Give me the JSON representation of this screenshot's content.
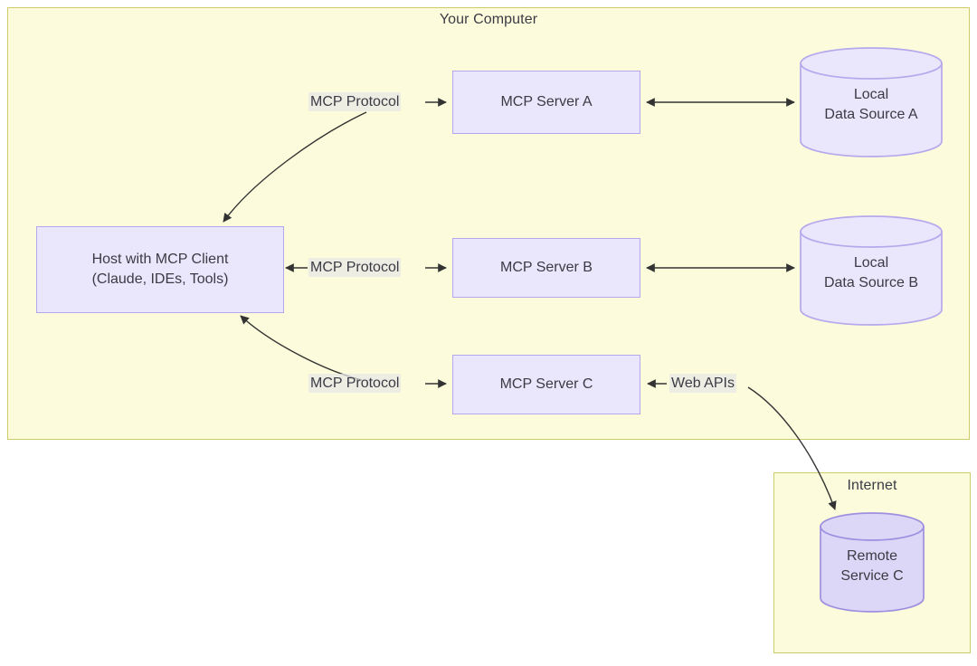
{
  "diagram": {
    "type": "architecture-flow",
    "title_visible": false,
    "colors": {
      "group_fill": "#fcfcdc",
      "group_stroke": "#cccc68",
      "node_fill": "#eae6fb",
      "node_stroke": "#b6a8ec",
      "edge_stroke": "#333333",
      "text": "#3b3b45",
      "label_bg": "#e8e8e8",
      "page_bg": "#ffffff"
    },
    "groups": [
      {
        "id": "your-computer",
        "label": "Your Computer"
      },
      {
        "id": "internet",
        "label": "Internet"
      }
    ],
    "nodes": [
      {
        "id": "host",
        "shape": "rect",
        "label": "Host with MCP Client\n(Claude, IDEs, Tools)",
        "group": "your-computer"
      },
      {
        "id": "server-a",
        "shape": "rect",
        "label": "MCP Server A",
        "group": "your-computer"
      },
      {
        "id": "server-b",
        "shape": "rect",
        "label": "MCP Server B",
        "group": "your-computer"
      },
      {
        "id": "server-c",
        "shape": "rect",
        "label": "MCP Server C",
        "group": "your-computer"
      },
      {
        "id": "data-a",
        "shape": "cylinder",
        "label": "Local\nData Source A",
        "group": "your-computer"
      },
      {
        "id": "data-b",
        "shape": "cylinder",
        "label": "Local\nData Source B",
        "group": "your-computer"
      },
      {
        "id": "remote-c",
        "shape": "cylinder",
        "label": "Remote\nService C",
        "group": "internet"
      }
    ],
    "edges": [
      {
        "id": "host-server-a",
        "from": "host",
        "to": "server-a",
        "label": "MCP Protocol",
        "arrows": "both",
        "style": "curved"
      },
      {
        "id": "host-server-b",
        "from": "host",
        "to": "server-b",
        "label": "MCP Protocol",
        "arrows": "both",
        "style": "straight"
      },
      {
        "id": "host-server-c",
        "from": "host",
        "to": "server-c",
        "label": "MCP Protocol",
        "arrows": "both",
        "style": "curved"
      },
      {
        "id": "server-a-data-a",
        "from": "server-a",
        "to": "data-a",
        "label": "",
        "arrows": "both",
        "style": "straight"
      },
      {
        "id": "server-b-data-b",
        "from": "server-b",
        "to": "data-b",
        "label": "",
        "arrows": "both",
        "style": "straight"
      },
      {
        "id": "server-c-remote-c",
        "from": "server-c",
        "to": "remote-c",
        "label": "Web APIs",
        "arrows": "both",
        "style": "curved"
      }
    ]
  },
  "labels": {
    "your_computer": "Your Computer",
    "internet": "Internet",
    "host": "Host with MCP Client\n(Claude, IDEs, Tools)",
    "server_a": "MCP Server A",
    "server_b": "MCP Server B",
    "server_c": "MCP Server C",
    "data_source_a": "Local\nData Source A",
    "data_source_b": "Local\nData Source B",
    "remote_service_c": "Remote\nService C",
    "mcp_protocol_a": "MCP Protocol",
    "mcp_protocol_b": "MCP Protocol",
    "mcp_protocol_c": "MCP Protocol",
    "web_apis": "Web APIs"
  }
}
